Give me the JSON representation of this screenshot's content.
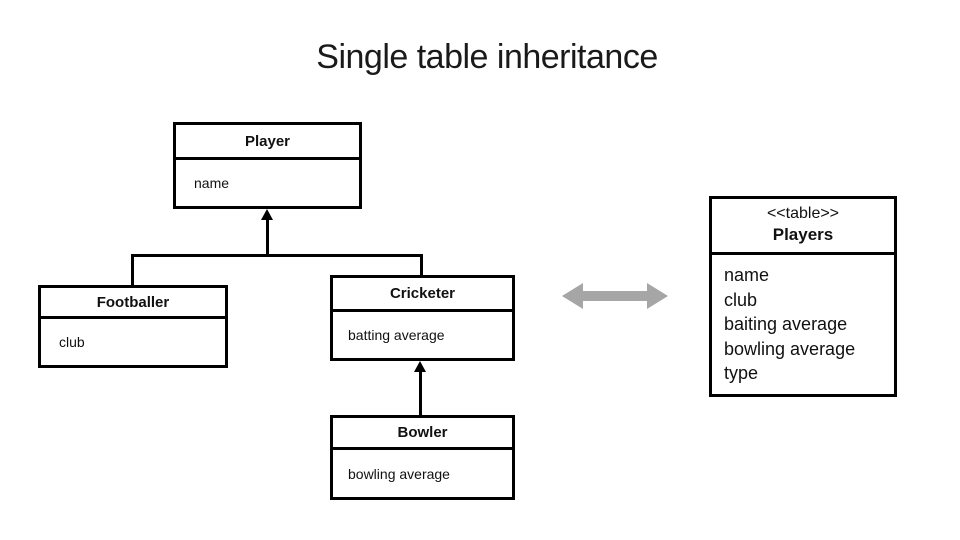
{
  "slide": {
    "title": "Single table inheritance"
  },
  "diagram": {
    "classes": [
      {
        "name": "Player",
        "attribute": "name"
      },
      {
        "name": "Footballer",
        "attribute": "club"
      },
      {
        "name": "Cricketer",
        "attribute": "batting average"
      },
      {
        "name": "Bowler",
        "attribute": "bowling average"
      }
    ],
    "icons": {
      "generalization_arrowhead": "solid-up-triangle",
      "mapping_arrow": "gray-double-horizontal-arrow"
    }
  },
  "db_table": {
    "stereotype": "<<table>>",
    "title": "Players",
    "fields": [
      "name",
      "club",
      "baiting average",
      "bowling average",
      "type"
    ]
  },
  "colors": {
    "background": "#ffffff",
    "diagram_line": "#000000",
    "text": "#111111",
    "mapping_arrow_gray": "#a6a6a6"
  }
}
